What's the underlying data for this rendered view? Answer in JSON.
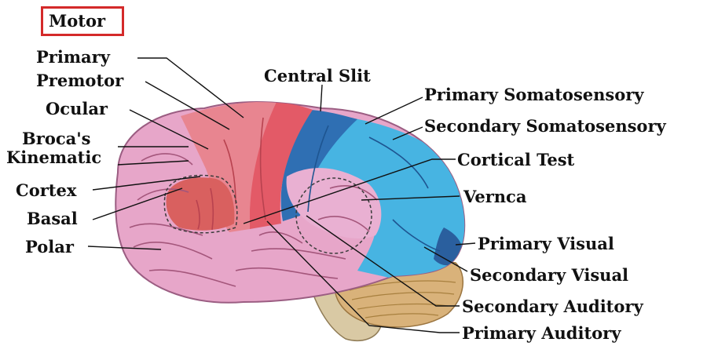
{
  "title": "Motor",
  "labels": {
    "primary": "Primary",
    "premotor": "Premotor",
    "ocular": "Ocular",
    "brocas": "Broca's",
    "kinematic": "Kinematic",
    "cortex": "Cortex",
    "basal": "Basal",
    "polar": "Polar",
    "central_slit": "Central Slit",
    "primary_somatosensory": "Primary Somatosensory",
    "secondary_somatosensory": "Secondary Somatosensory",
    "cortical_test": "Cortical Test",
    "vernca": "Vernca",
    "primary_visual": "Primary Visual",
    "secondary_visual": "Secondary Visual",
    "secondary_auditory": "Secondary Auditory",
    "primary_auditory": "Primary Auditory"
  },
  "colors": {
    "accent_box": "#d42a2a",
    "motor_red": "#e35a67",
    "premotor_red": "#e88590",
    "somatosensory_blue": "#2f6fb3",
    "secondary_blue": "#47b4e2",
    "cortex_pink": "#e7a6c9",
    "cerebellum": "#d9b27a"
  }
}
